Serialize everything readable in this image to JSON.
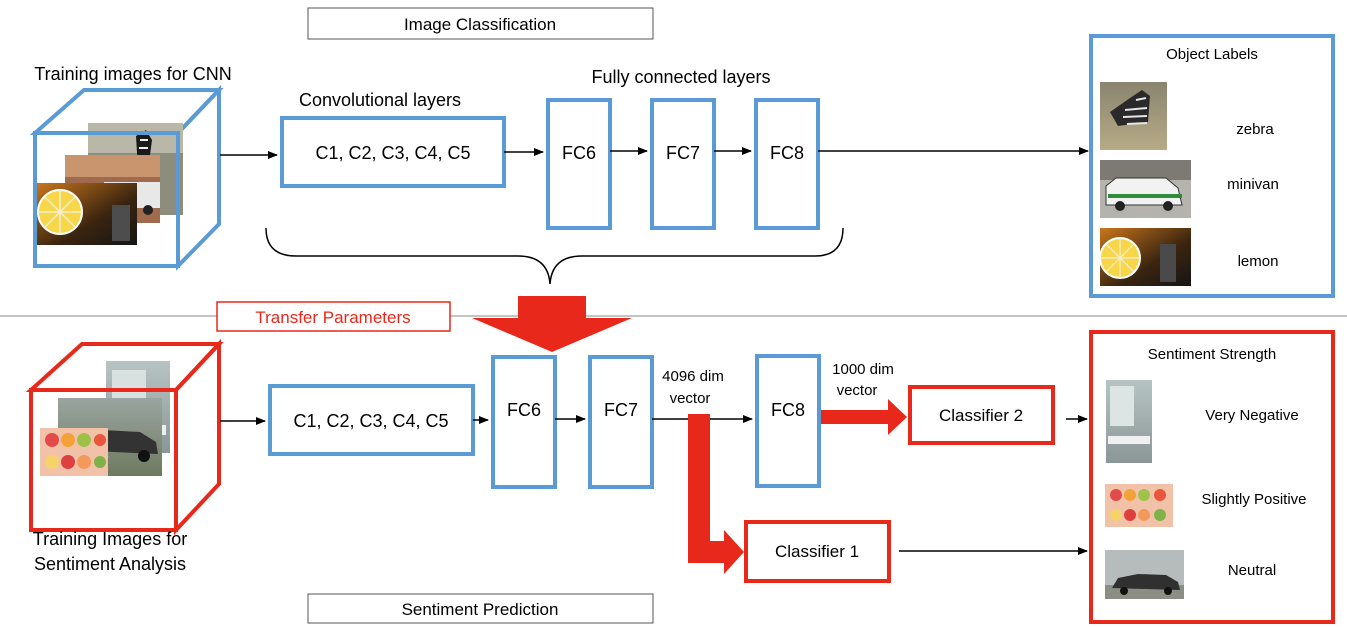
{
  "top": {
    "section_title": "Image Classification",
    "training_label": "Training images for CNN",
    "conv_label": "Convolutional layers",
    "fc_label": "Fully connected layers",
    "conv_block": "C1, C2, C3, C4, C5",
    "fc6": "FC6",
    "fc7": "FC7",
    "fc8": "FC8",
    "output_panel": {
      "title": "Object Labels",
      "items": [
        {
          "label": "zebra",
          "thumb": "zebra-thumbnail"
        },
        {
          "label": "minivan",
          "thumb": "minivan-thumbnail"
        },
        {
          "label": "lemon",
          "thumb": "lemon-thumbnail"
        }
      ]
    }
  },
  "transfer_label": "Transfer Parameters",
  "bottom": {
    "section_title": "Sentiment Prediction",
    "training_label_line1": "Training Images for",
    "training_label_line2": "Sentiment Analysis",
    "conv_block": "C1, C2, C3, C4, C5",
    "fc6": "FC6",
    "fc7": "FC7",
    "fc8": "FC8",
    "vec4096_line1": "4096 dim",
    "vec4096_line2": "vector",
    "vec1000_line1": "1000 dim",
    "vec1000_line2": "vector",
    "classifier1": "Classifier 1",
    "classifier2": "Classifier 2",
    "output_panel": {
      "title": "Sentiment Strength",
      "items": [
        {
          "label": "Very Negative",
          "thumb": "restroom-thumbnail"
        },
        {
          "label": "Slightly Positive",
          "thumb": "fruit-thumbnail"
        },
        {
          "label": "Neutral",
          "thumb": "car-thumbnail"
        }
      ]
    }
  },
  "colors": {
    "blue": "#5b9bd5",
    "red": "#e8281a",
    "line": "#000000"
  }
}
